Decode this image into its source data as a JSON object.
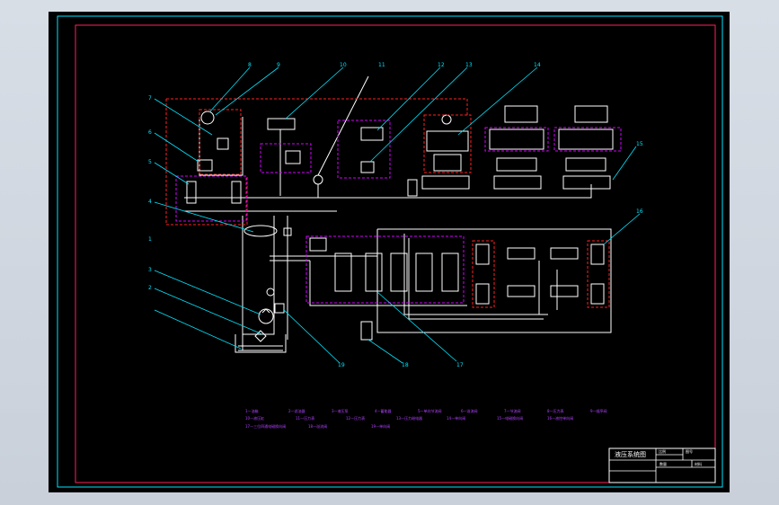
{
  "colors": {
    "background": "#000000",
    "border": "#00e5ff",
    "inner_frame": "#ff1e5a",
    "dashed_red": "#ff2020",
    "dashed_magenta": "#d400ff",
    "lines": "#ffffff",
    "labels": "#00e5ff",
    "captions": "#b040ff"
  },
  "callouts": [
    "1",
    "2",
    "3",
    "4",
    "5",
    "6",
    "7",
    "8",
    "9",
    "10",
    "11",
    "12",
    "13",
    "14",
    "15",
    "16",
    "17",
    "18",
    "19"
  ],
  "legend": {
    "row1": [
      "1—油箱",
      "2—滤油器",
      "3—液压泵",
      "4—蓄能器",
      "5—单向节流阀",
      "6—溢流阀",
      "7—节流阀",
      "8—压力表",
      "9—顺序阀"
    ],
    "row2": [
      "10—液压缸",
      "11—压力表",
      "12—压力表",
      "13—压力继电器",
      "14—单向阀",
      "15—电磁换向阀",
      "16—液控单向阀"
    ],
    "row3": [
      "17—三位四通电磁换向阀",
      "18—溢流阀",
      "19—单向阀"
    ]
  },
  "title_block": {
    "title": "液压系统图",
    "cell_a": "比例",
    "cell_b": "图号",
    "cell_c": "数量",
    "cell_d": "材料"
  }
}
